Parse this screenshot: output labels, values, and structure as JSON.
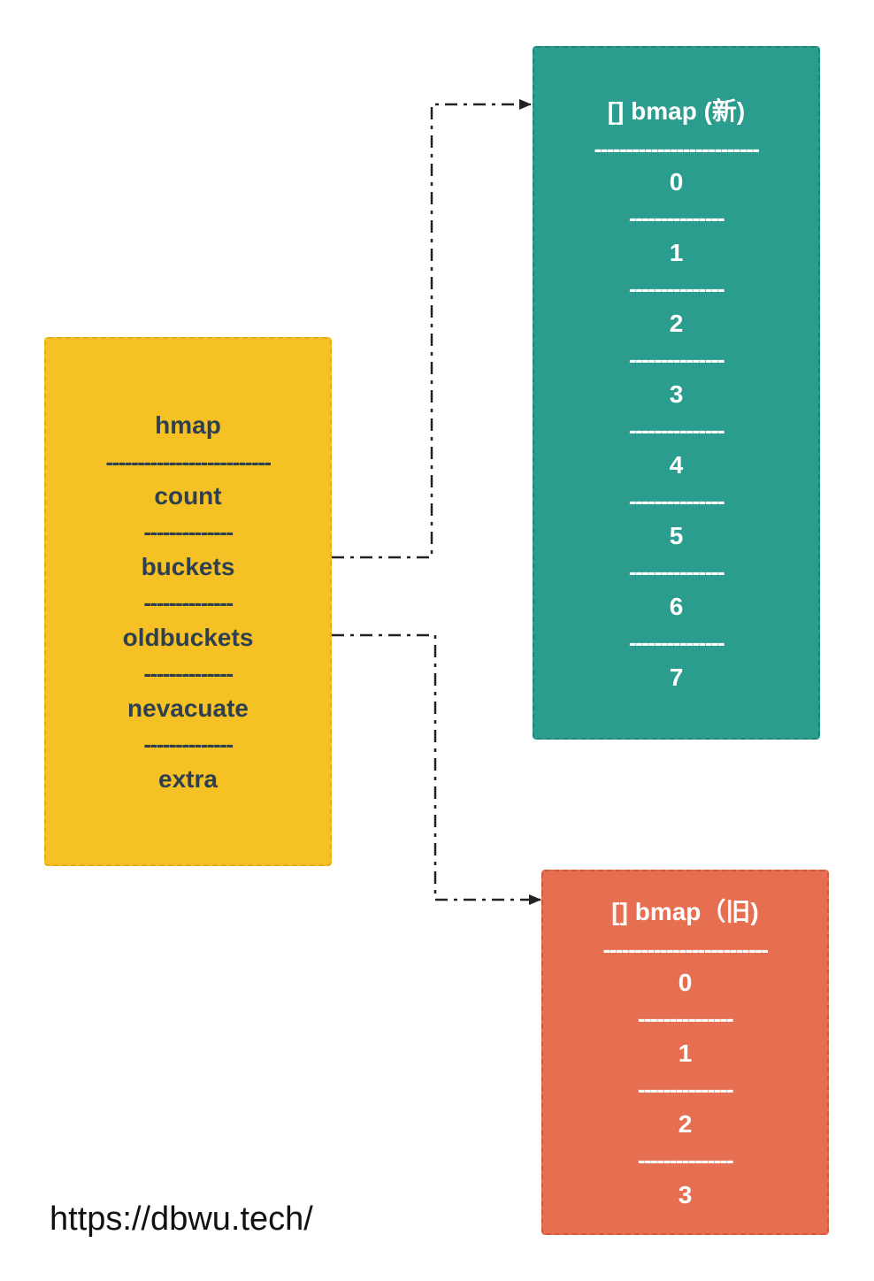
{
  "hmap": {
    "title": "hmap",
    "fields": [
      "count",
      "buckets",
      "oldbuckets",
      "nevacuate",
      "extra"
    ],
    "separator_long": "--------------------------",
    "separator_short": "--------------",
    "color": "#f5c125"
  },
  "new_buckets": {
    "title": "[] bmap (新)",
    "items": [
      "0",
      "1",
      "2",
      "3",
      "4",
      "5",
      "6",
      "7"
    ],
    "separator_long": "--------------------------",
    "separator_short": "---------------",
    "color": "#2a9d8f"
  },
  "old_buckets": {
    "title": "[] bmap（旧)",
    "items": [
      "0",
      "1",
      "2",
      "3"
    ],
    "separator_long": "--------------------------",
    "separator_short": "---------------",
    "color": "#e76f51"
  },
  "edges": [
    {
      "from": "buckets",
      "to": "[] bmap (新)"
    },
    {
      "from": "oldbuckets",
      "to": "[] bmap（旧)"
    }
  ],
  "footer": {
    "url": "https://dbwu.tech/"
  }
}
